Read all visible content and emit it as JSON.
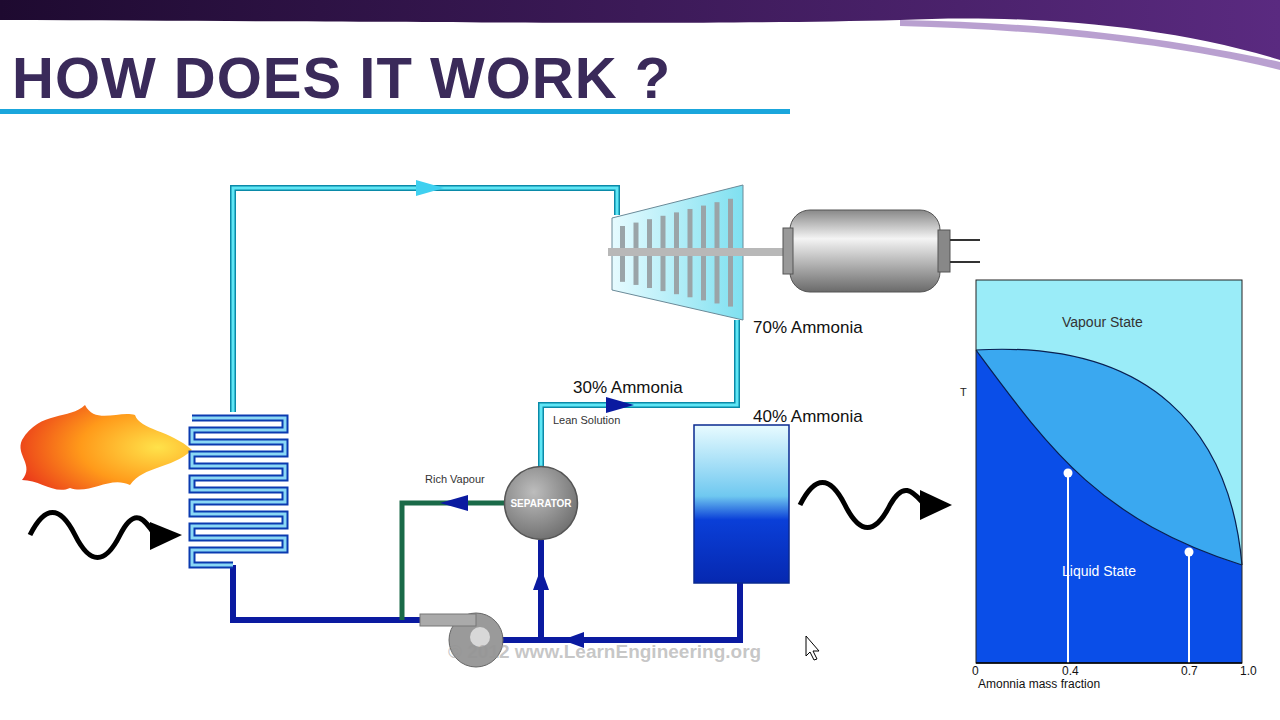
{
  "diagram": {
    "title": "HOW DOES IT WORK ?",
    "nodes": [
      {
        "text": [
          "SEPARATOR"
        ]
      }
    ],
    "labels": [
      "70% Ammonia",
      "30% Ammonia",
      "40% Ammonia",
      "Lean Solution",
      "Rich Vapour",
      "Vapour State",
      "Liquid State",
      "T",
      "0",
      "0.4",
      "0.7",
      "1.0",
      "Amonnia mass fraction",
      "© 2012 www.LearnEngineering.org"
    ]
  }
}
